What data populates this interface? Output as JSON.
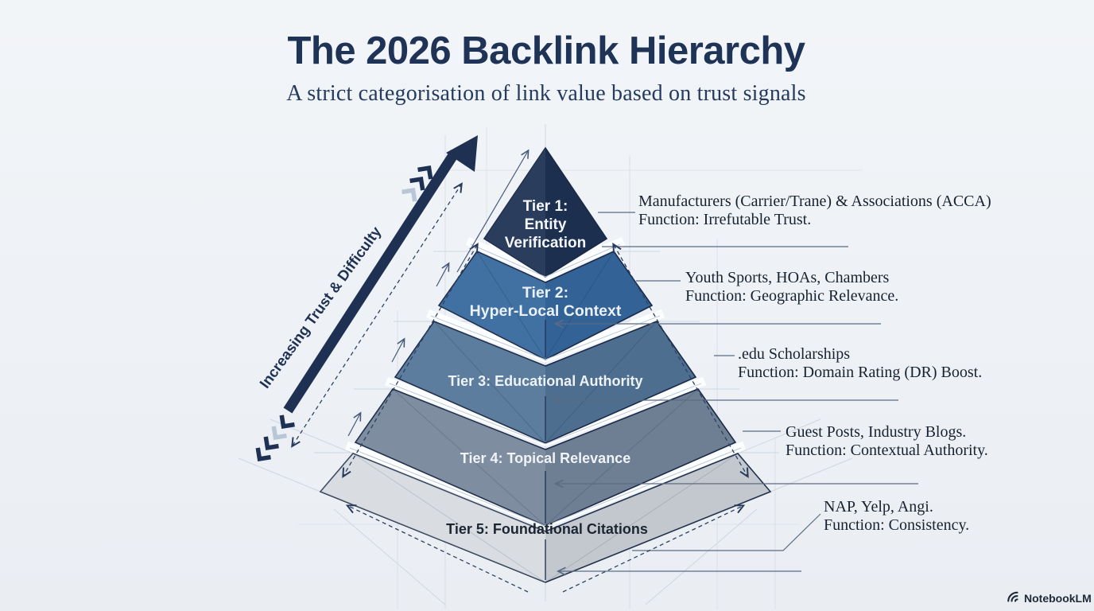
{
  "header": {
    "title": "The 2026 Backlink Hierarchy",
    "subtitle": "A strict categorisation of link value based on trust signals"
  },
  "arrow": {
    "label": "Increasing Trust & Difficulty"
  },
  "pyramid": {
    "tiers": [
      {
        "id": "tier-1",
        "color": "#1f3354",
        "label_lines": [
          "Tier 1:",
          "Entity",
          "Verification"
        ],
        "annotation": {
          "line1": "Manufacturers (Carrier/Trane) & Associations (ACCA)",
          "line2": "Function: Irrefutable Trust."
        }
      },
      {
        "id": "tier-2",
        "color": "#37699f",
        "label_lines": [
          "Tier 2:",
          "Hyper-Local Context"
        ],
        "annotation": {
          "line1": "Youth Sports, HOAs, Chambers",
          "line2": "Function: Geographic Relevance."
        }
      },
      {
        "id": "tier-3",
        "color": "#547698",
        "label_lines": [
          "Tier 3: Educational Authority"
        ],
        "annotation": {
          "line1": ".edu Scholarships",
          "line2": "Function: Domain Rating (DR) Boost."
        }
      },
      {
        "id": "tier-4",
        "color": "#76879b",
        "label_lines": [
          "Tier 4: Topical Relevance"
        ],
        "annotation": {
          "line1": "Guest Posts, Industry Blogs.",
          "line2": "Function: Contextual Authority."
        }
      },
      {
        "id": "tier-5",
        "color": "#cdd2d8",
        "label_lines": [
          "Tier 5: Foundational Citations"
        ],
        "annotation": {
          "line1": "NAP, Yelp, Angi.",
          "line2": "Function: Consistency."
        }
      }
    ]
  },
  "footer": {
    "brand": "NotebookLM"
  },
  "colors": {
    "background": "#eef1f6",
    "navy": "#1e3152",
    "line_slate": "#5a6c83",
    "text_dark": "#18222f",
    "title_navy": "#1e3355"
  }
}
